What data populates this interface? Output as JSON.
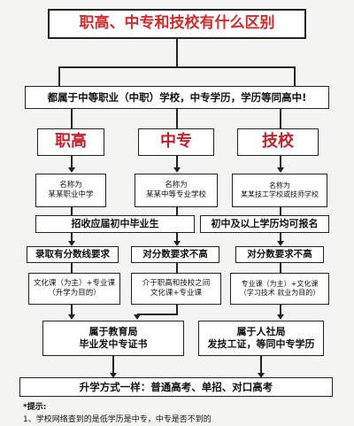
{
  "title": "职高、中专和技校有什么区别",
  "shared": "都属于中等职业（中职）学校，中专学历，学历等同高中!",
  "schools": [
    {
      "name": "职高",
      "label": "名称为\n某某职业中学"
    },
    {
      "name": "中专",
      "label": "名称为\n某某中等专业学校"
    },
    {
      "name": "技校",
      "label": "名称为\n某某技工学校或技师学校"
    }
  ],
  "enroll_left": "招收应届初中毕业生",
  "enroll_right": "初中及以上学历均可报名",
  "score_zhigao": "录取有分数线要求",
  "score_zhongzhuan": "对分数要求不高",
  "score_jixiao": "对分数要求不高",
  "course_zhigao": "文化课（为主）+专业课\n（升学为目的）",
  "course_zhongzhuan": "介于职高和技校之间\n文化课+专业课",
  "course_jixiao": "专业课（为主）+文化课\n（学习技术 就业为目的）",
  "cert_left": "属于教育局\n毕业发中专证书",
  "cert_right": "属于人社局\n发技工证，等同中专学历",
  "promotion": "升学方式一样：普通高考、单招、对口高考",
  "notes": [
    "*提示:",
    "1、学校网络查到的是低学历是中专，中专是否不到的"
  ]
}
